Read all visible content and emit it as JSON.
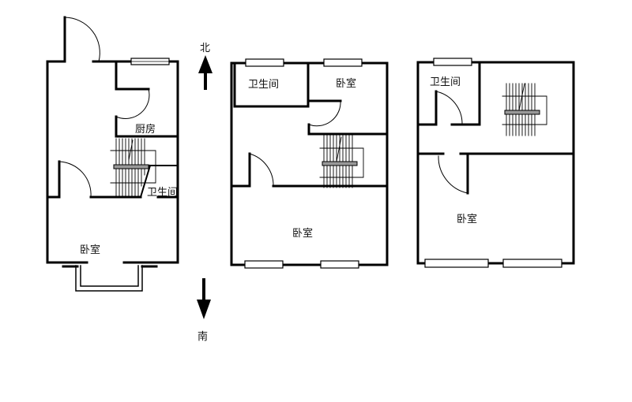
{
  "compass": {
    "north_label": "北",
    "south_label": "南"
  },
  "floors": [
    {
      "name": "floor-1",
      "rooms": [
        {
          "label": "厨房"
        },
        {
          "label": "卫生间"
        },
        {
          "label": "卧室"
        }
      ]
    },
    {
      "name": "floor-2",
      "rooms": [
        {
          "label": "卫生间"
        },
        {
          "label": "卧室"
        },
        {
          "label": "卧室"
        }
      ]
    },
    {
      "name": "floor-3",
      "rooms": [
        {
          "label": "卫生间"
        },
        {
          "label": "卧室"
        }
      ]
    }
  ],
  "colors": {
    "wall": "#000000",
    "window_fill": "#ffffff",
    "stair_landing": "#888888",
    "background": "#ffffff"
  }
}
